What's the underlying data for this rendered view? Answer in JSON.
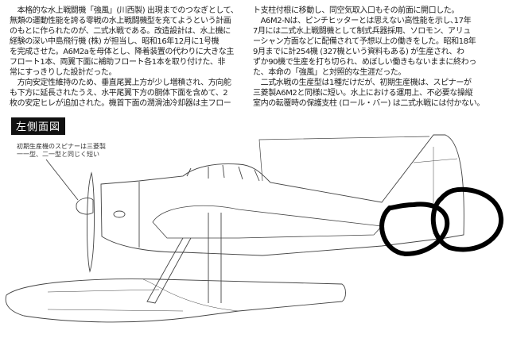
{
  "article": {
    "left_column": [
      "　本格的な水上戦闘機「強風」(川西製) 出現までのつなぎとして、",
      "無類の運動性能を誇る零戦の水上戦闘機型を充てようという計画",
      "のもとに作られたのが、二式水戦である。改造設計は、水上機に",
      "経験の深い中島飛行機 (株) が担当し、昭和16年12月に1号機",
      "を完成させた。A6M2aを母体とし、降着装置の代わりに大きな主",
      "フロート1本、両翼下面に補助フロート各1本を取り付けた、非",
      "常にすっきりした設計だった。",
      "　方向安定性維持のため、垂直尾翼上方が少し増積され、方向舵",
      "も下方に延長されたうえ、水平尾翼下方の胴体下面を含めて、2",
      "枚の安定ヒレが追加された。機首下面の潤滑油冷却器は主フロー"
    ],
    "right_column": [
      "ト支柱付根に移動し、同空気取入口もその前面に開口した。",
      "　A6M2-Nは、ピンチヒッターとは思えない高性能を示し､17年",
      "7月には二式水上戦闘機として制式兵器採用、ソロモン、アリュ",
      "ーシャン方面などに配備されて予想以上の働きをした。昭和18年",
      "9月までに計254機 (327機という資料もある) が生産され、わ",
      "ずか90機で生産を打ち切られ、めぼしい働きもないままに終わっ",
      "た、本命の「強風」と対照的な生涯だった。",
      "　二式水戦の生産型は1種だけだが、初期生産機は、スピナーが",
      "三菱製A6M2と同様に短い。水上における運用上、不必要な操縦",
      "室内の転覆時の保護支柱 (ロール・バー) は二式水戦には付かない。"
    ]
  },
  "figure": {
    "heading": "左側面図",
    "annotation": "初期生産機のスピナーは三菱製\n一一型、二一型と同じく短い"
  }
}
